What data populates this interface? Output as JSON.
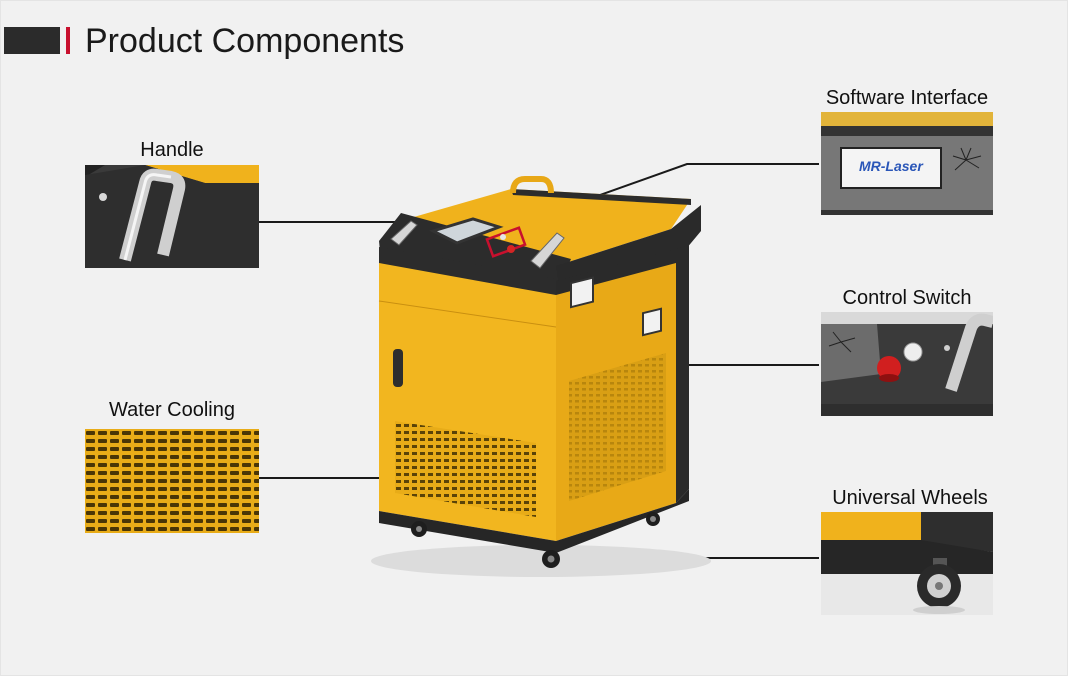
{
  "header": {
    "title": "Product Components"
  },
  "components": {
    "handle": {
      "label": "Handle"
    },
    "water_cooling": {
      "label": "Water Cooling"
    },
    "software_interface": {
      "label": "Software Interface",
      "screen_logo": "MR-Laser"
    },
    "control_switch": {
      "label": "Control Switch"
    },
    "universal_wheels": {
      "label": "Universal Wheels"
    }
  },
  "colors": {
    "accent": "#c8102e",
    "machine_yellow": "#f2b61f",
    "machine_dark": "#2c2c2c"
  }
}
